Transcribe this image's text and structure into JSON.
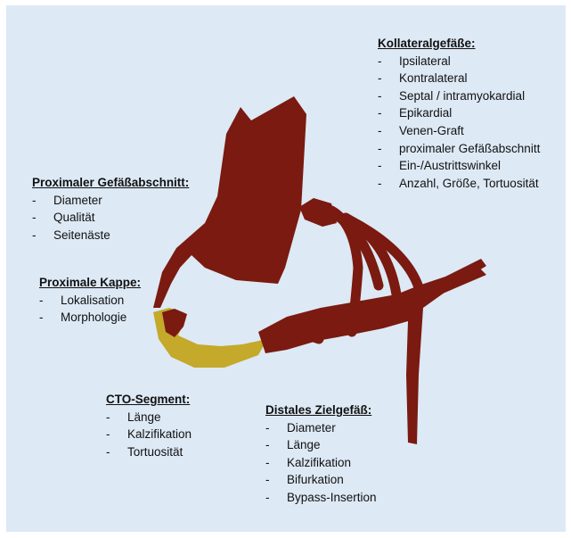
{
  "colors": {
    "background": "#dde9f5",
    "vessel": "#7a1a10",
    "occlusion": "#c4a92a"
  },
  "blocks": {
    "collaterals": {
      "title": "Kollateralgefäße:",
      "items": [
        "Ipsilateral",
        "Kontralateral",
        "Septal / intramyokardial",
        "Epikardial",
        "Venen-Graft",
        "proximaler Gefäßabschnitt",
        "Ein-/Austrittswinkel",
        "Anzahl, Größe, Tortuosität"
      ]
    },
    "proximal_segment": {
      "title": "Proximaler Gefäßabschnitt:",
      "items": [
        "Diameter",
        "Qualität",
        "Seitenäste"
      ]
    },
    "proximal_cap": {
      "title": "Proximale Kappe:",
      "items": [
        "Lokalisation",
        "Morphologie"
      ]
    },
    "cto_segment": {
      "title": "CTO-Segment:",
      "items": [
        "Länge",
        "Kalzifikation",
        "Tortuosität"
      ]
    },
    "distal_target": {
      "title": "Distales Zielgefäß:",
      "items": [
        "Diameter",
        "Länge",
        "Kalzifikation",
        "Bifurkation",
        "Bypass-Insertion"
      ]
    }
  }
}
